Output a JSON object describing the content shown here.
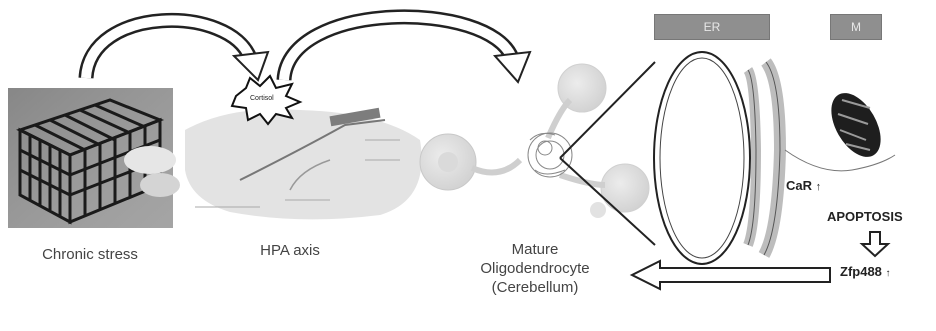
{
  "labels": {
    "chronic_stress": "Chronic stress",
    "hpa_axis": "HPA axis",
    "mature_oligodendrocyte_line1": "Mature",
    "mature_oligodendrocyte_line2": "Oligodendrocyte",
    "mature_oligodendrocyte_line3": "(Cerebellum)",
    "er_box": "ER",
    "m_box": "M",
    "car": "CaR",
    "car_arrow": "↑",
    "apoptosis": "APOPTOSIS",
    "zfp488": "Zfp488",
    "zfp488_arrow": "↑",
    "cortisol_burst": "Cortisol"
  },
  "colors": {
    "box_fill": "#8f8f8f",
    "arrow_outline": "#222222",
    "cell_fill": "#dcdcdc"
  }
}
